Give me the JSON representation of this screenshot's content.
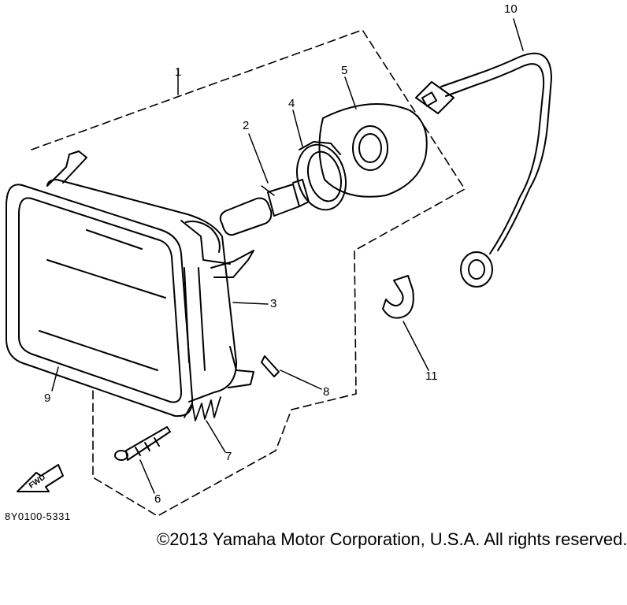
{
  "diagram": {
    "part_numbers": {
      "p1": "1",
      "p2": "2",
      "p3": "3",
      "p4": "4",
      "p5": "5",
      "p6": "6",
      "p7": "7",
      "p8": "8",
      "p9": "9",
      "p10": "10",
      "p11": "11"
    },
    "direction_label": "FWD",
    "document_number": "8Y0100-5331",
    "copyright": "©2013 Yamaha Motor Corporation, U.S.A. All rights reserved."
  }
}
